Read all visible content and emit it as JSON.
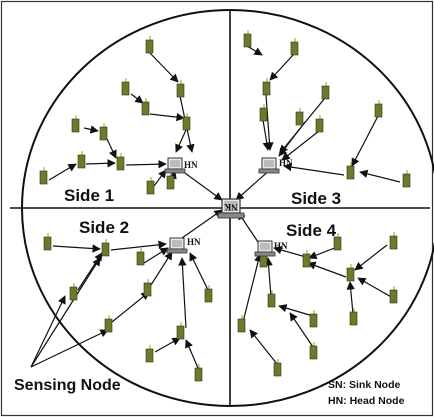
{
  "labels": {
    "side1": "Side 1",
    "side2": "Side 2",
    "side3": "Side 3",
    "side4": "Side 4",
    "hn": "HN",
    "nk": "NK",
    "sensing_node": "Sensing Node",
    "legend_sn": "SN: Sink Node",
    "legend_hn": "HN: Head Node"
  },
  "colors": {
    "node_fill": "#6b7a2c",
    "node_top": "#c9a34a",
    "line": "#111111",
    "background": "#ffffff"
  }
}
